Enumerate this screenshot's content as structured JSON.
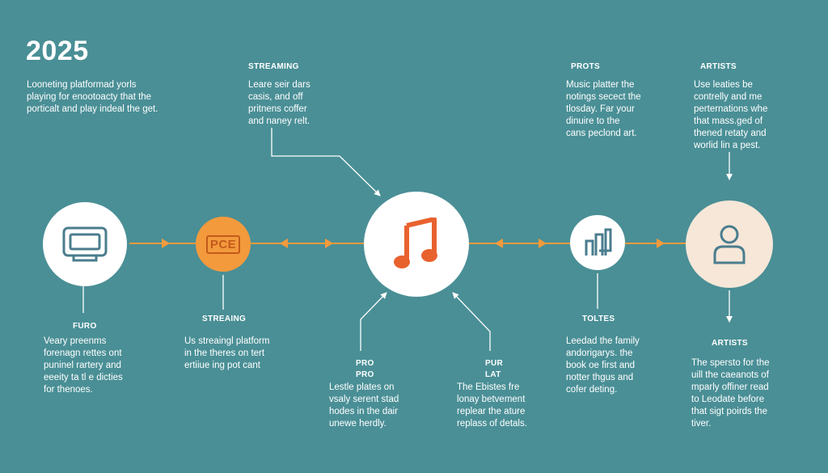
{
  "year": "2025",
  "intro": [
    "Looneting platformad yorls",
    "playing for enootoacty that the",
    "porticalt and play indeal the get."
  ],
  "top_streaming": {
    "label": "STREAMING",
    "lines": [
      "Leare seir dars",
      "casis, and off",
      "pritnens coffer",
      "and naney relt."
    ]
  },
  "top_prots": {
    "label": "PROTS",
    "lines": [
      "Music platter the",
      "notings secect the",
      "tlosday. Far your",
      "dinuire to the",
      "cans peclond art."
    ]
  },
  "top_artists": {
    "label": "ARTISTS",
    "lines": [
      "Use leaties be",
      "contrelly and me",
      "perternations whe",
      "that mass.ged of",
      "thened retaty and",
      "worlid lin a pest."
    ]
  },
  "bottom_furo": {
    "label": "FURO",
    "lines": [
      "Veary preenms",
      "forenagn rettes ont",
      "puninel rartery and",
      "eeeity ta tl e dicties",
      "for thenoes."
    ]
  },
  "bottom_streaing": {
    "label": "STREAING",
    "lines": [
      "Us streaingl platform",
      "in the theres on tert",
      "ertiiue ing pot cant"
    ]
  },
  "bottom_pro": {
    "labels": [
      "PRO",
      "PRO"
    ],
    "lines": [
      "Lestle plates on",
      "vsaly serent stad",
      "hodes in the dair",
      "unewe herdly."
    ]
  },
  "bottom_pur": {
    "labels": [
      "PUR",
      "LAT"
    ],
    "lines": [
      "The Ebistes fre",
      "lonay betvement",
      "replear the ature",
      "replass of detals."
    ]
  },
  "bottom_toltes": {
    "label": "TOLTES",
    "lines": [
      "Leedad the family",
      "andorigarys. the",
      "book oe first and",
      "notter thgus and",
      "cofer deting."
    ]
  },
  "bottom_artists": {
    "label": "ARTISTS",
    "lines": [
      "The spersto for the",
      "uill the caeanots of",
      "mparly offiner read",
      "to Leodate before",
      "that sigt poirds the",
      "tiver."
    ]
  },
  "pce_icon_text": "PCE",
  "colors": {
    "background": "#4a8f96",
    "accent_orange": "#f39a3d",
    "icon_orange": "#e8622e",
    "node_white": "#ffffff",
    "node_peach": "#f6e7d8"
  },
  "icons": [
    "device-icon",
    "pce-logo-icon",
    "music-note-icon",
    "bar-chart-icon",
    "user-icon"
  ]
}
